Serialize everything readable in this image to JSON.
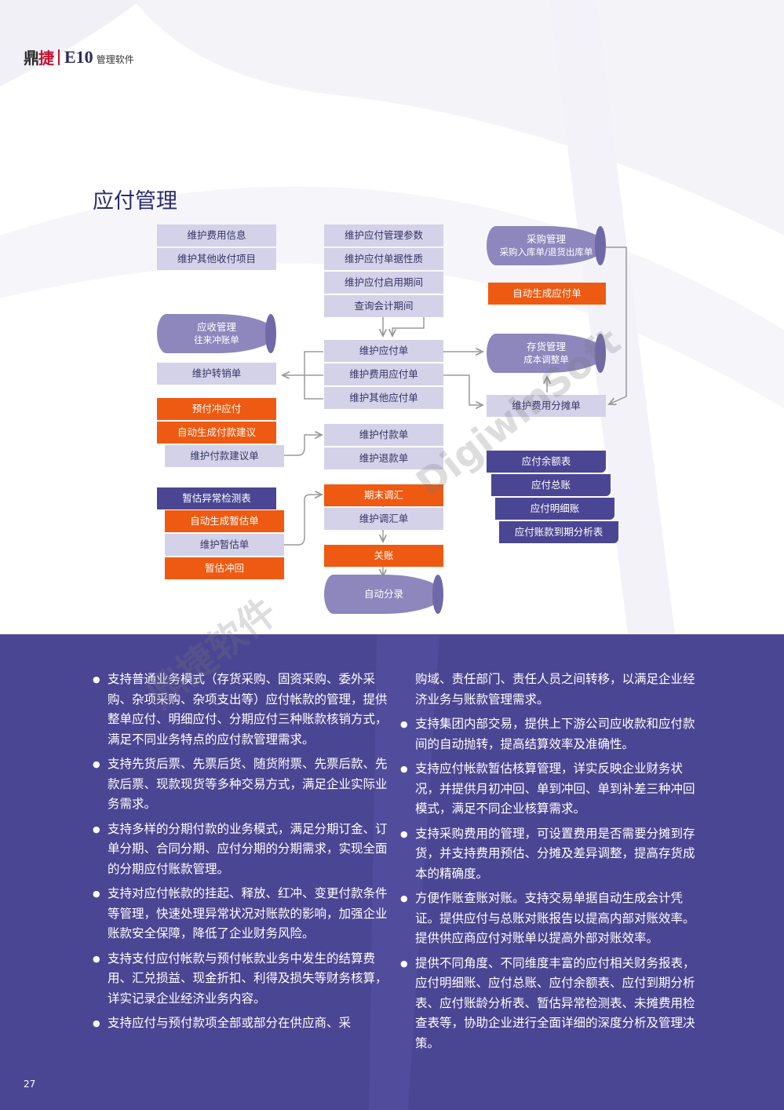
{
  "header": {
    "logo_part1": "鼎",
    "logo_part2": "捷",
    "logo_e10": "E10",
    "logo_sub": "管理软件"
  },
  "section_title": "应付管理",
  "flow": {
    "fee_info": "维护费用信息",
    "other_items": "维护其他收付项目",
    "param": "维护应付管理参数",
    "doc_nature": "维护应付单据性质",
    "start_period": "维护应付启用期间",
    "query_period": "查询会计期间",
    "purchase_title": "采购管理",
    "purchase_sub": "采购入库单/退货出库单",
    "auto_payable": "自动生成应付单",
    "ar_title": "应收管理",
    "ar_sub": "往来冲账单",
    "payable": "维护应付单",
    "fee_payable": "维护费用应付单",
    "other_payable": "维护其他应付单",
    "inv_title": "存货管理",
    "inv_sub": "成本调整单",
    "transfer": "维护转销单",
    "fee_alloc": "维护费用分摊单",
    "prepay_offset": "预付冲应付",
    "auto_suggest": "自动生成付款建议",
    "suggest": "维护付款建议单",
    "payment": "维护付款单",
    "refund": "维护退款单",
    "rpt_balance": "应付余额表",
    "rpt_ledger": "应付总账",
    "rpt_detail": "应付明细账",
    "rpt_aging": "应付账款到期分析表",
    "est_check": "暂估异常检测表",
    "auto_est": "自动生成暂估单",
    "est": "维护暂估单",
    "est_reverse": "暂估冲回",
    "period_adj": "期末调汇",
    "adj": "维护调汇单",
    "close": "关账",
    "auto_voucher": "自动分录"
  },
  "left_bullets": [
    "支持普通业务模式（存货采购、固资采购、委外采购、杂项采购、杂项支出等）应付帐款的管理，提供整单应付、明细应付、分期应付三种账款核销方式，满足不同业务特点的应付款管理需求。",
    "支持先货后票、先票后货、随货附票、先票后款、先款后票、现款现货等多种交易方式，满足企业实际业务需求。",
    "支持多样的分期付款的业务模式，满足分期订金、订单分期、合同分期、应付分期的分期需求，实现全面的分期应付账款管理。",
    "支持对应付帐款的挂起、释放、红冲、变更付款条件等管理，快速处理异常状况对账款的影响，加强企业账款安全保障，降低了企业财务风险。",
    "支持支付应付帐款与预付帐款业务中发生的结算费用、汇兑损益、现金折扣、利得及损失等财务核算，详实记录企业经济业务内容。",
    "支持应付与预付款项全部或部分在供应商、采"
  ],
  "right_continuation": "购域、责任部门、责任人员之间转移，以满足企业经济业务与账款管理需求。",
  "right_bullets": [
    "支持集团内部交易，提供上下游公司应收款和应付款间的自动抛转，提高结算效率及准确性。",
    "支持应付帐款暂估核算管理，详实反映企业财务状况，并提供月初冲回、单到冲回、单到补差三种冲回模式，满足不同企业核算需求。",
    "支持采购费用的管理，可设置费用是否需要分摊到存货，并支持费用预估、分摊及差异调整，提高存货成本的精确度。",
    "方便作账查账对账。支持交易单据自动生成会计凭证。提供应付与总账对账报告以提高内部对账效率。提供供应商应付对账单以提高外部对账效率。",
    "提供不同角度、不同维度丰富的应付相关财务报表，应付明细账、应付总账、应付余额表、应付到期分析表、应付账龄分析表、暂估异常检测表、未摊费用检查表等，协助企业进行全面详细的深度分析及管理决策。"
  ],
  "page_number": "27",
  "watermark_en": "DigiwinSoft",
  "watermark_cn": "鼎捷软件"
}
